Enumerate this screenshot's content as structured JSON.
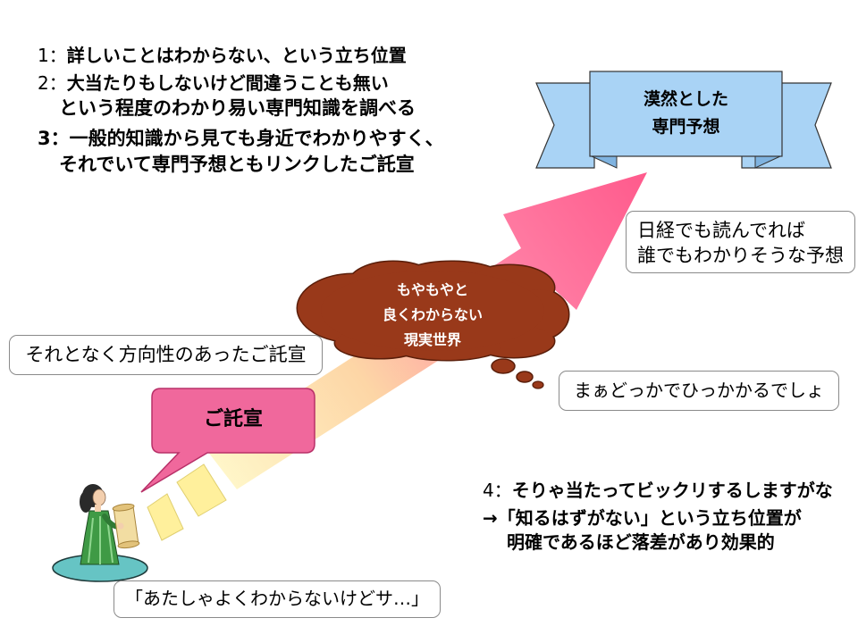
{
  "intro": {
    "lines": [
      {
        "num": "1：",
        "text": "詳しいことはわからない、という立ち位置"
      },
      {
        "num": "2：",
        "text": "大当たりもしないけど間違うことも無い"
      },
      {
        "text": "という程度のわかり易い専門知識を調べる"
      },
      {
        "num": "3：",
        "text": "一般的知識から見ても身近でわかりやすく、"
      },
      {
        "text": "それでいて専門予想ともリンクしたご託宣"
      }
    ]
  },
  "ribbon": {
    "line1": "漠然とした",
    "line2": "専門予想"
  },
  "callout": {
    "label": "ご託宣"
  },
  "cloud": {
    "lines": [
      "もやもやと",
      "良くわからない",
      "現実世界"
    ]
  },
  "boxes": {
    "nikkei": [
      "日経でも読んでれば",
      "誰でもわかりそうな予想"
    ],
    "direction": "それとなく方向性のあったご託宣",
    "maybe_hit": "まぁどっかでひっかかるでしょ",
    "quote": "「あたしゃよくわからないけどサ…」"
  },
  "conclusion": {
    "num": "4：",
    "line1": "そりゃ当たってビックリするしますがな",
    "line2": "→「知るはずがない」という立ち位置が",
    "line3": "明確であるほど落差があり効果的"
  },
  "figure": {
    "icon": "fortune-teller-reading-scroll-icon"
  },
  "colors": {
    "ribbon": "#a9d3f5",
    "ribbon_fold": "#7fb3e0",
    "ribbon_stroke": "#333333",
    "cloud": "#99391a",
    "cloud_stroke": "#5a1e0a",
    "callout": "#f0689c",
    "callout_stroke": "#b83068",
    "arrow_start": "#fffacd",
    "arrow_mid": "#fdd6a6",
    "arrow_pink": "#ff7ba2",
    "arrow_end": "#ff5a8c",
    "tile": "#fff09c",
    "tile_stroke": "#e0cf70",
    "figure_base": "#66c4c4",
    "figure_dress": "#3f9a45"
  }
}
